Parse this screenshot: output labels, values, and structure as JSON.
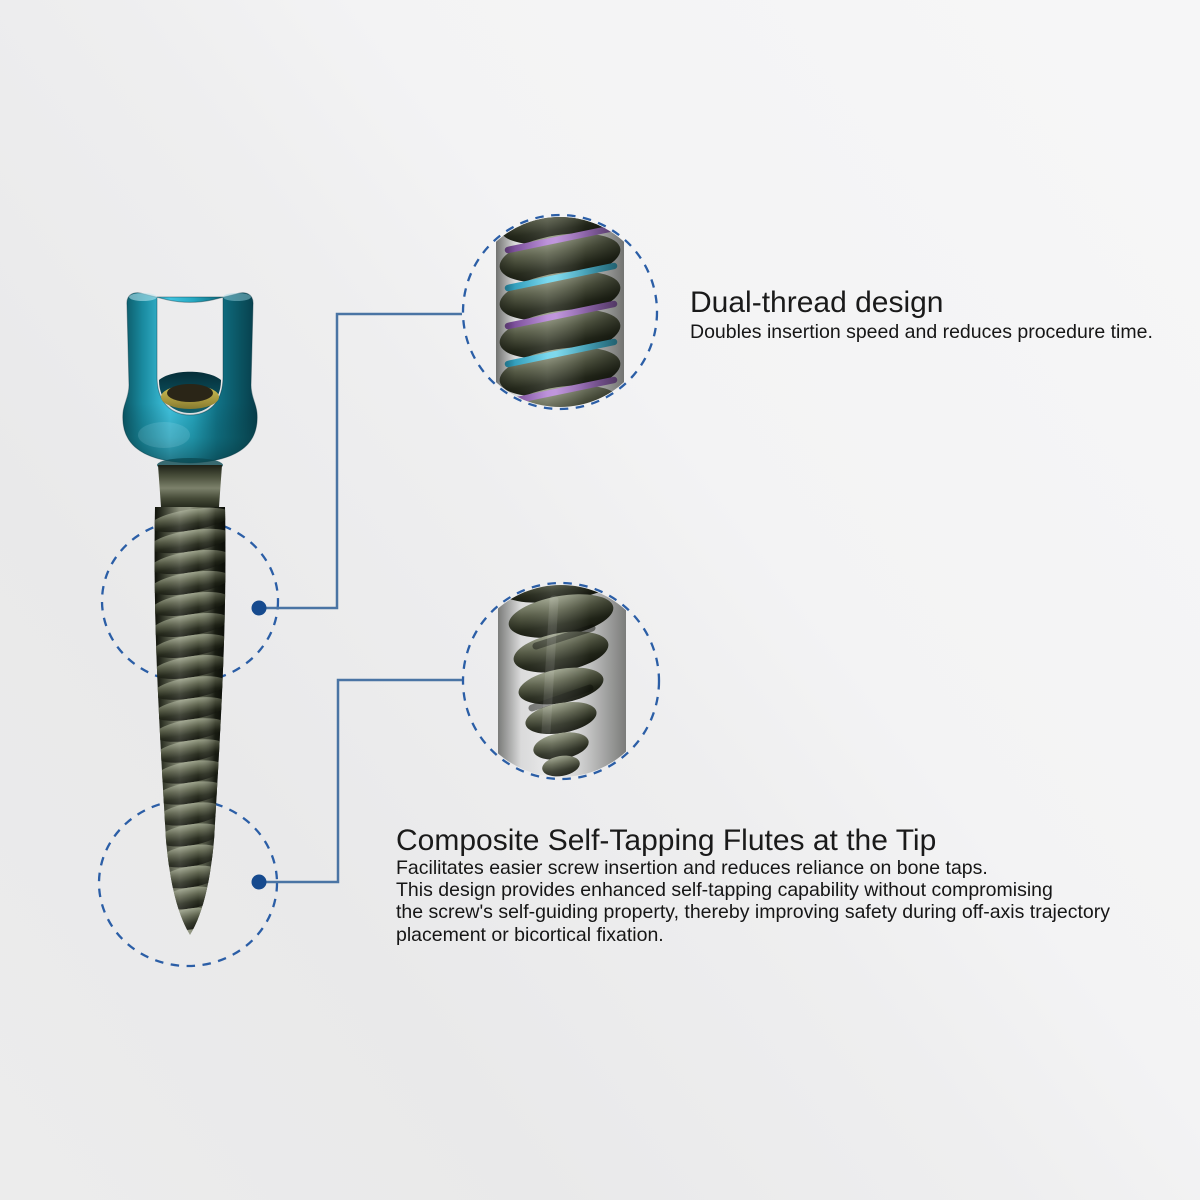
{
  "page": {
    "background": "#f0f0f1"
  },
  "callouts": [
    {
      "id": "dual-thread",
      "title": "Dual-thread design",
      "description_lines": [
        "Doubles insertion speed and reduces procedure time."
      ]
    },
    {
      "id": "composite-self-tapping-flutes",
      "title": "Composite Self-Tapping Flutes at the Tip",
      "description_lines": [
        "Facilitates easier screw insertion and reduces reliance on bone taps.",
        "This design provides enhanced self-tapping capability without compromising",
        "the screw's self-guiding property, thereby improving safety during off-axis trajectory",
        "placement or bicortical fixation."
      ]
    }
  ],
  "icons": {
    "screw": "pedicle-screw-illustration",
    "inset_dual_thread": "dual-thread-magnified-illustration",
    "inset_flutes": "self-tapping-tip-magnified-illustration",
    "region_markers": "dashed-magnifier-circle",
    "leader": "elbow-leader-line-with-dot"
  },
  "colors": {
    "background": "#f0f0f1",
    "title_text": "#1a1a1a",
    "body_text": "#161616",
    "leader_line": "#4a74a4",
    "anchor_dot": "#164a8e",
    "dashed_circle": "#2b5ea6",
    "screw_head_teal": "#2ab4d4",
    "screw_shaft_olive": "#565b46",
    "thread_accent_purple": "#a76fc9",
    "thread_accent_cyan": "#54cdec"
  }
}
